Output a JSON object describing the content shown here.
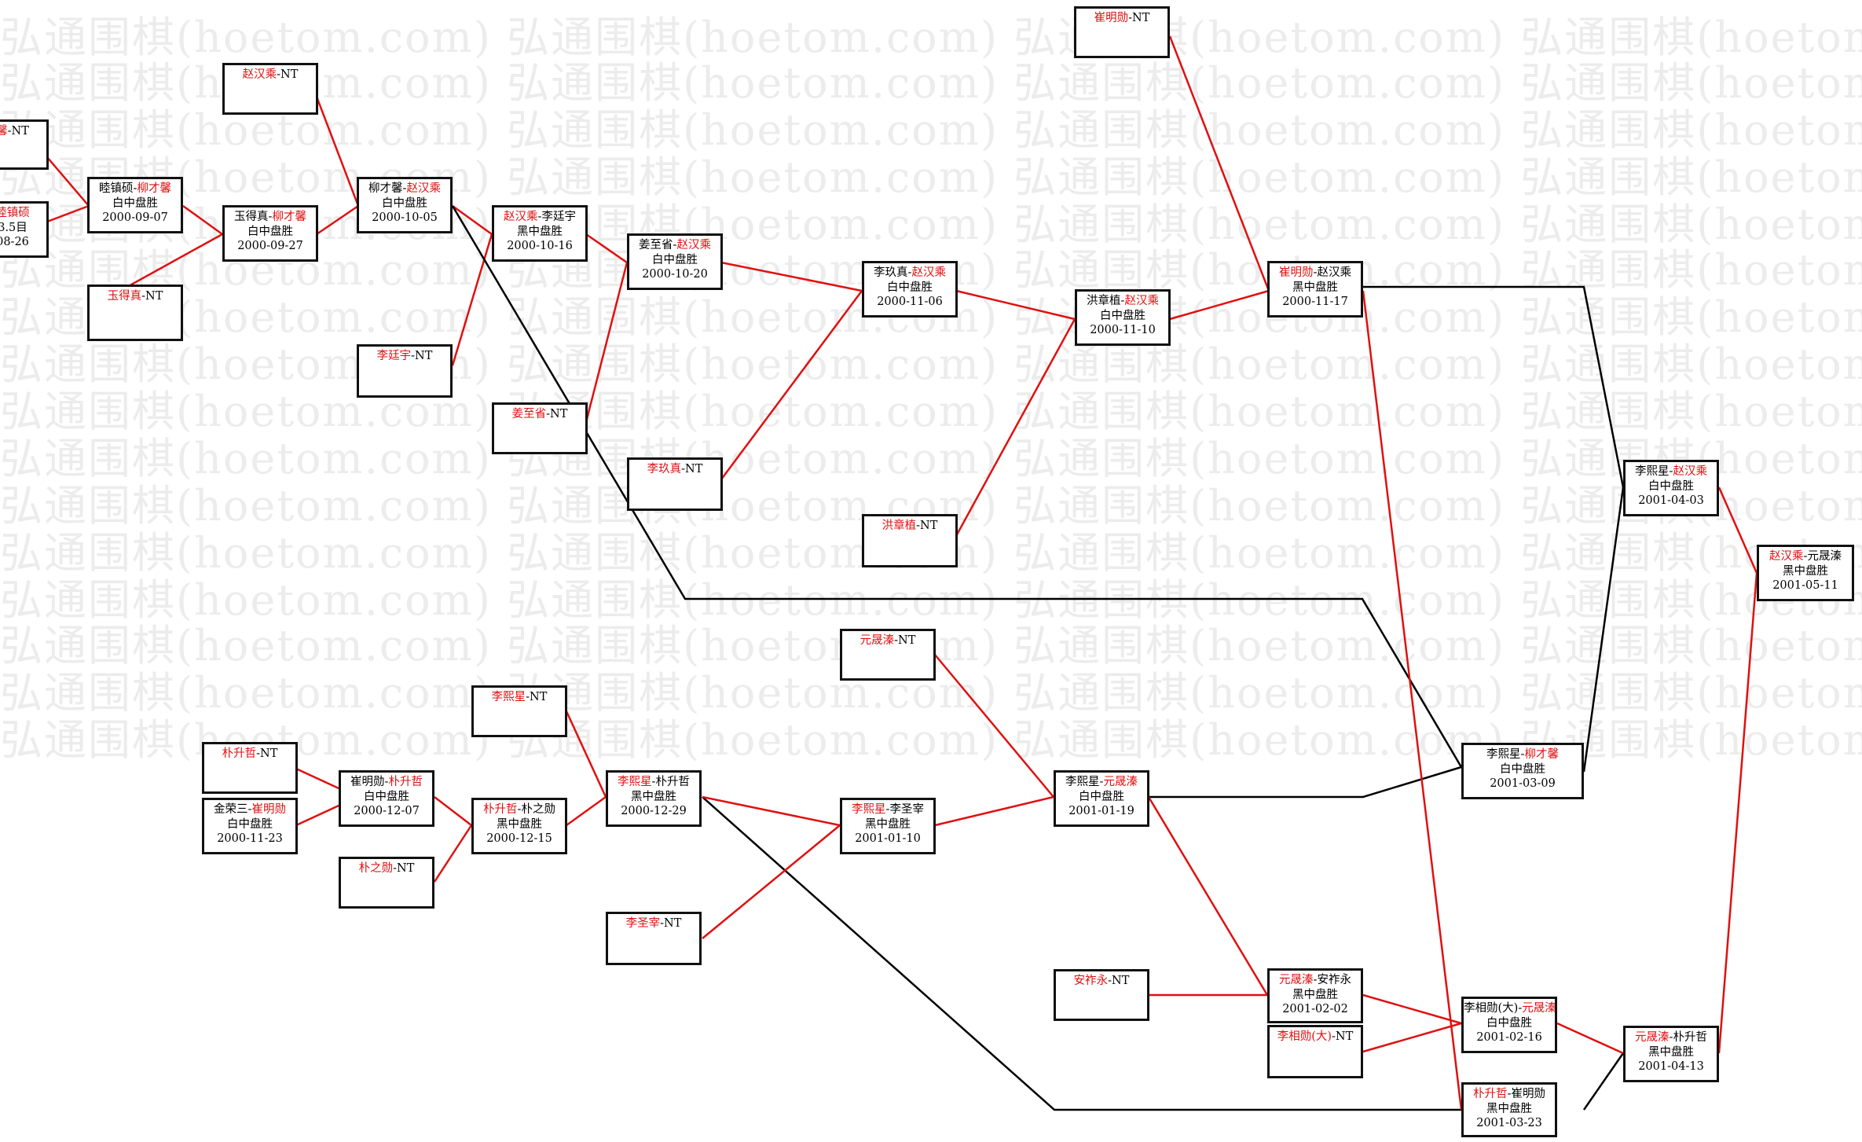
{
  "watermark": {
    "text": "弘通围棋(hoetom.com)"
  },
  "colors": {
    "winner_line": "#e01010",
    "other_line": "#000000",
    "highlight": "#e01010"
  },
  "boxes": [
    {
      "id": "b1",
      "player1": "",
      "sep": "",
      "player2": "馨",
      "suffix": "-NT",
      "hl": "p2",
      "result": "",
      "date": ""
    },
    {
      "id": "b2",
      "player1": "",
      "sep": "",
      "player2": "睦镇硕",
      "suffix": "",
      "hl": "p2",
      "result": "3.5目",
      "date": "08-26"
    },
    {
      "id": "b3",
      "player1": "睦镇硕",
      "sep": "-",
      "player2": "柳才馨",
      "suffix": "",
      "hl": "p2",
      "result": "白中盘胜",
      "date": "2000-09-07"
    },
    {
      "id": "b4",
      "player1": "玉得真",
      "sep": "",
      "player2": "",
      "suffix": "-NT",
      "hl": "p1",
      "result": "",
      "date": ""
    },
    {
      "id": "b5",
      "player1": "赵汉乘",
      "sep": "",
      "player2": "",
      "suffix": "-NT",
      "hl": "p1",
      "result": "",
      "date": ""
    },
    {
      "id": "b6",
      "player1": "玉得真",
      "sep": "-",
      "player2": "柳才馨",
      "suffix": "",
      "hl": "p2",
      "result": "白中盘胜",
      "date": "2000-09-27"
    },
    {
      "id": "b7",
      "player1": "柳才馨",
      "sep": "-",
      "player2": "赵汉乘",
      "suffix": "",
      "hl": "p2",
      "result": "白中盘胜",
      "date": "2000-10-05"
    },
    {
      "id": "b8",
      "player1": "李廷宇",
      "sep": "",
      "player2": "",
      "suffix": "-NT",
      "hl": "p1",
      "result": "",
      "date": ""
    },
    {
      "id": "b9",
      "player1": "赵汉乘",
      "sep": "-",
      "player2": "李廷宇",
      "suffix": "",
      "hl": "p1",
      "result": "黑中盘胜",
      "date": "2000-10-16"
    },
    {
      "id": "b10",
      "player1": "姜至省",
      "sep": "",
      "player2": "",
      "suffix": "-NT",
      "hl": "p1",
      "result": "",
      "date": ""
    },
    {
      "id": "b11",
      "player1": "姜至省",
      "sep": "-",
      "player2": "赵汉乘",
      "suffix": "",
      "hl": "p2",
      "result": "白中盘胜",
      "date": "2000-10-20"
    },
    {
      "id": "b12",
      "player1": "李玖真",
      "sep": "",
      "player2": "",
      "suffix": "-NT",
      "hl": "p1",
      "result": "",
      "date": ""
    },
    {
      "id": "b13",
      "player1": "李玖真",
      "sep": "-",
      "player2": "赵汉乘",
      "suffix": "",
      "hl": "p2",
      "result": "白中盘胜",
      "date": "2000-11-06"
    },
    {
      "id": "b14",
      "player1": "洪章植",
      "sep": "",
      "player2": "",
      "suffix": "-NT",
      "hl": "p1",
      "result": "",
      "date": ""
    },
    {
      "id": "b15",
      "player1": "洪章植",
      "sep": "-",
      "player2": "赵汉乘",
      "suffix": "",
      "hl": "p2",
      "result": "白中盘胜",
      "date": "2000-11-10"
    },
    {
      "id": "b16",
      "player1": "崔明勋",
      "sep": "",
      "player2": "",
      "suffix": "-NT",
      "hl": "p1",
      "result": "",
      "date": ""
    },
    {
      "id": "b17",
      "player1": "崔明勋",
      "sep": "-",
      "player2": "赵汉乘",
      "suffix": "",
      "hl": "p1",
      "result": "黑中盘胜",
      "date": "2000-11-17"
    },
    {
      "id": "b18",
      "player1": "李熙星",
      "sep": "-",
      "player2": "赵汉乘",
      "suffix": "",
      "hl": "p2",
      "result": "白中盘胜",
      "date": "2001-04-03"
    },
    {
      "id": "b19",
      "player1": "赵汉乘",
      "sep": "-",
      "player2": "元晟溱",
      "suffix": "",
      "hl": "p1",
      "result": "黑中盘胜",
      "date": "2001-05-11"
    },
    {
      "id": "b20",
      "player1": "朴升哲",
      "sep": "",
      "player2": "",
      "suffix": "-NT",
      "hl": "p1",
      "result": "",
      "date": ""
    },
    {
      "id": "b21",
      "player1": "金荣三",
      "sep": "-",
      "player2": "崔明勋",
      "suffix": "",
      "hl": "p2",
      "result": "白中盘胜",
      "date": "2000-11-23"
    },
    {
      "id": "b22",
      "player1": "崔明勋",
      "sep": "-",
      "player2": "朴升哲",
      "suffix": "",
      "hl": "p2",
      "result": "白中盘胜",
      "date": "2000-12-07"
    },
    {
      "id": "b23",
      "player1": "朴之勋",
      "sep": "",
      "player2": "",
      "suffix": "-NT",
      "hl": "p1",
      "result": "",
      "date": ""
    },
    {
      "id": "b24",
      "player1": "李熙星",
      "sep": "",
      "player2": "",
      "suffix": "-NT",
      "hl": "p1",
      "result": "",
      "date": ""
    },
    {
      "id": "b25",
      "player1": "朴升哲",
      "sep": "-",
      "player2": "朴之勋",
      "suffix": "",
      "hl": "p1",
      "result": "黑中盘胜",
      "date": "2000-12-15"
    },
    {
      "id": "b26",
      "player1": "李熙星",
      "sep": "-",
      "player2": "朴升哲",
      "suffix": "",
      "hl": "p1",
      "result": "黑中盘胜",
      "date": "2000-12-29"
    },
    {
      "id": "b27",
      "player1": "李圣宰",
      "sep": "",
      "player2": "",
      "suffix": "-NT",
      "hl": "p1",
      "result": "",
      "date": ""
    },
    {
      "id": "b28",
      "player1": "元晟溱",
      "sep": "",
      "player2": "",
      "suffix": "-NT",
      "hl": "p1",
      "result": "",
      "date": ""
    },
    {
      "id": "b29",
      "player1": "李熙星",
      "sep": "-",
      "player2": "李圣宰",
      "suffix": "",
      "hl": "p1",
      "result": "黑中盘胜",
      "date": "2001-01-10"
    },
    {
      "id": "b30",
      "player1": "李熙星",
      "sep": "-",
      "player2": "元晟溱",
      "suffix": "",
      "hl": "p2",
      "result": "白中盘胜",
      "date": "2001-01-19"
    },
    {
      "id": "b31",
      "player1": "安祚永",
      "sep": "",
      "player2": "",
      "suffix": "-NT",
      "hl": "p1",
      "result": "",
      "date": ""
    },
    {
      "id": "b32",
      "player1": "元晟溱",
      "sep": "-",
      "player2": "安祚永",
      "suffix": "",
      "hl": "p1",
      "result": "黑中盘胜",
      "date": "2001-02-02"
    },
    {
      "id": "b33",
      "player1": "李相勋(大)",
      "sep": "",
      "player2": "",
      "suffix": "-NT",
      "hl": "p1",
      "result": "",
      "date": ""
    },
    {
      "id": "b34",
      "player1": "李相勋(大)",
      "sep": "-",
      "player2": "元晟溱",
      "suffix": "",
      "hl": "p2",
      "result": "白中盘胜",
      "date": "2001-02-16"
    },
    {
      "id": "b35",
      "player1": "朴升哲",
      "sep": "-",
      "player2": "崔明勋",
      "suffix": "",
      "hl": "p1",
      "result": "黑中盘胜",
      "date": "2001-03-23"
    },
    {
      "id": "b36",
      "player1": "李熙星",
      "sep": "-",
      "player2": "柳才馨",
      "suffix": "",
      "hl": "p2",
      "result": "白中盘胜",
      "date": "2001-03-09"
    },
    {
      "id": "b37",
      "player1": "元晟溱",
      "sep": "-",
      "player2": "朴升哲",
      "suffix": "",
      "hl": "p1",
      "result": "黑中盘胜",
      "date": "2001-04-13"
    }
  ]
}
